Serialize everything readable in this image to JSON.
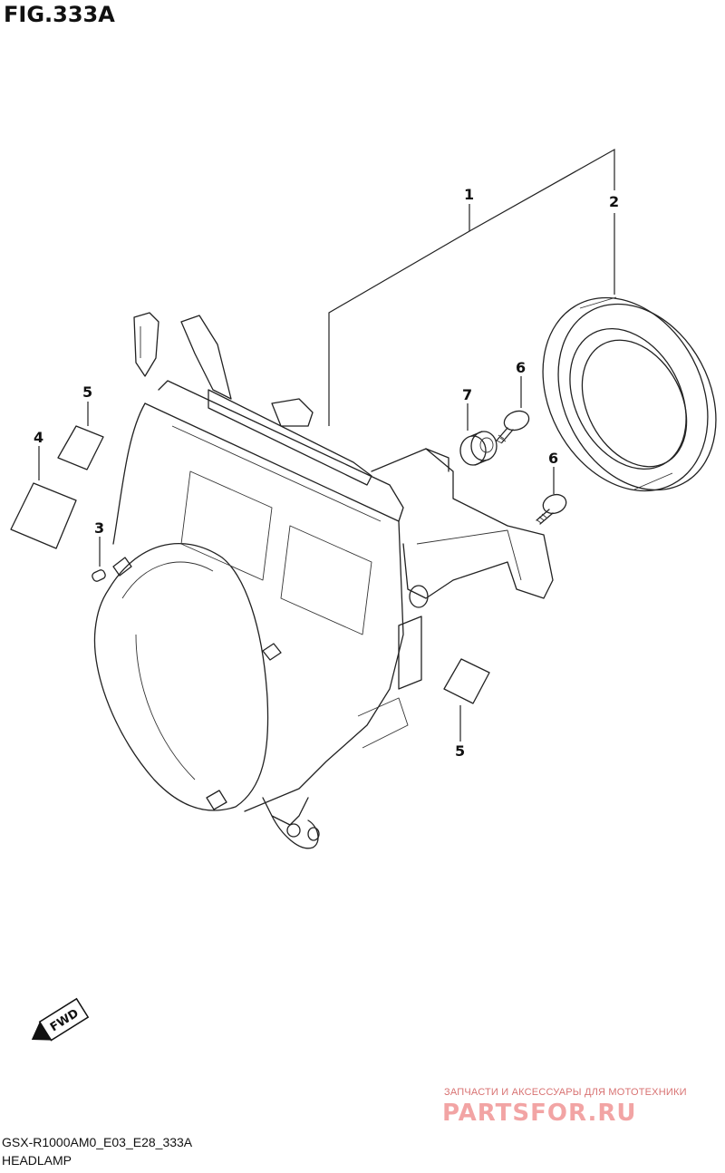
{
  "figure": {
    "title": "FIG.333A",
    "code": "GSX-R1000AM0_E03_E28_333A",
    "name": "HEADLAMP"
  },
  "callouts": [
    "1",
    "2",
    "3",
    "4",
    "5",
    "5",
    "6",
    "6",
    "7"
  ],
  "fwd_label": "FWD",
  "watermark": {
    "tagline": "ЗАПЧАСТИ И АКСЕССУАРЫ ДЛЯ МОТОТЕХНИКИ",
    "brand": "PARTSFOR.RU"
  },
  "colors": {
    "line": "#222222",
    "watermark": "#e85a5a"
  }
}
